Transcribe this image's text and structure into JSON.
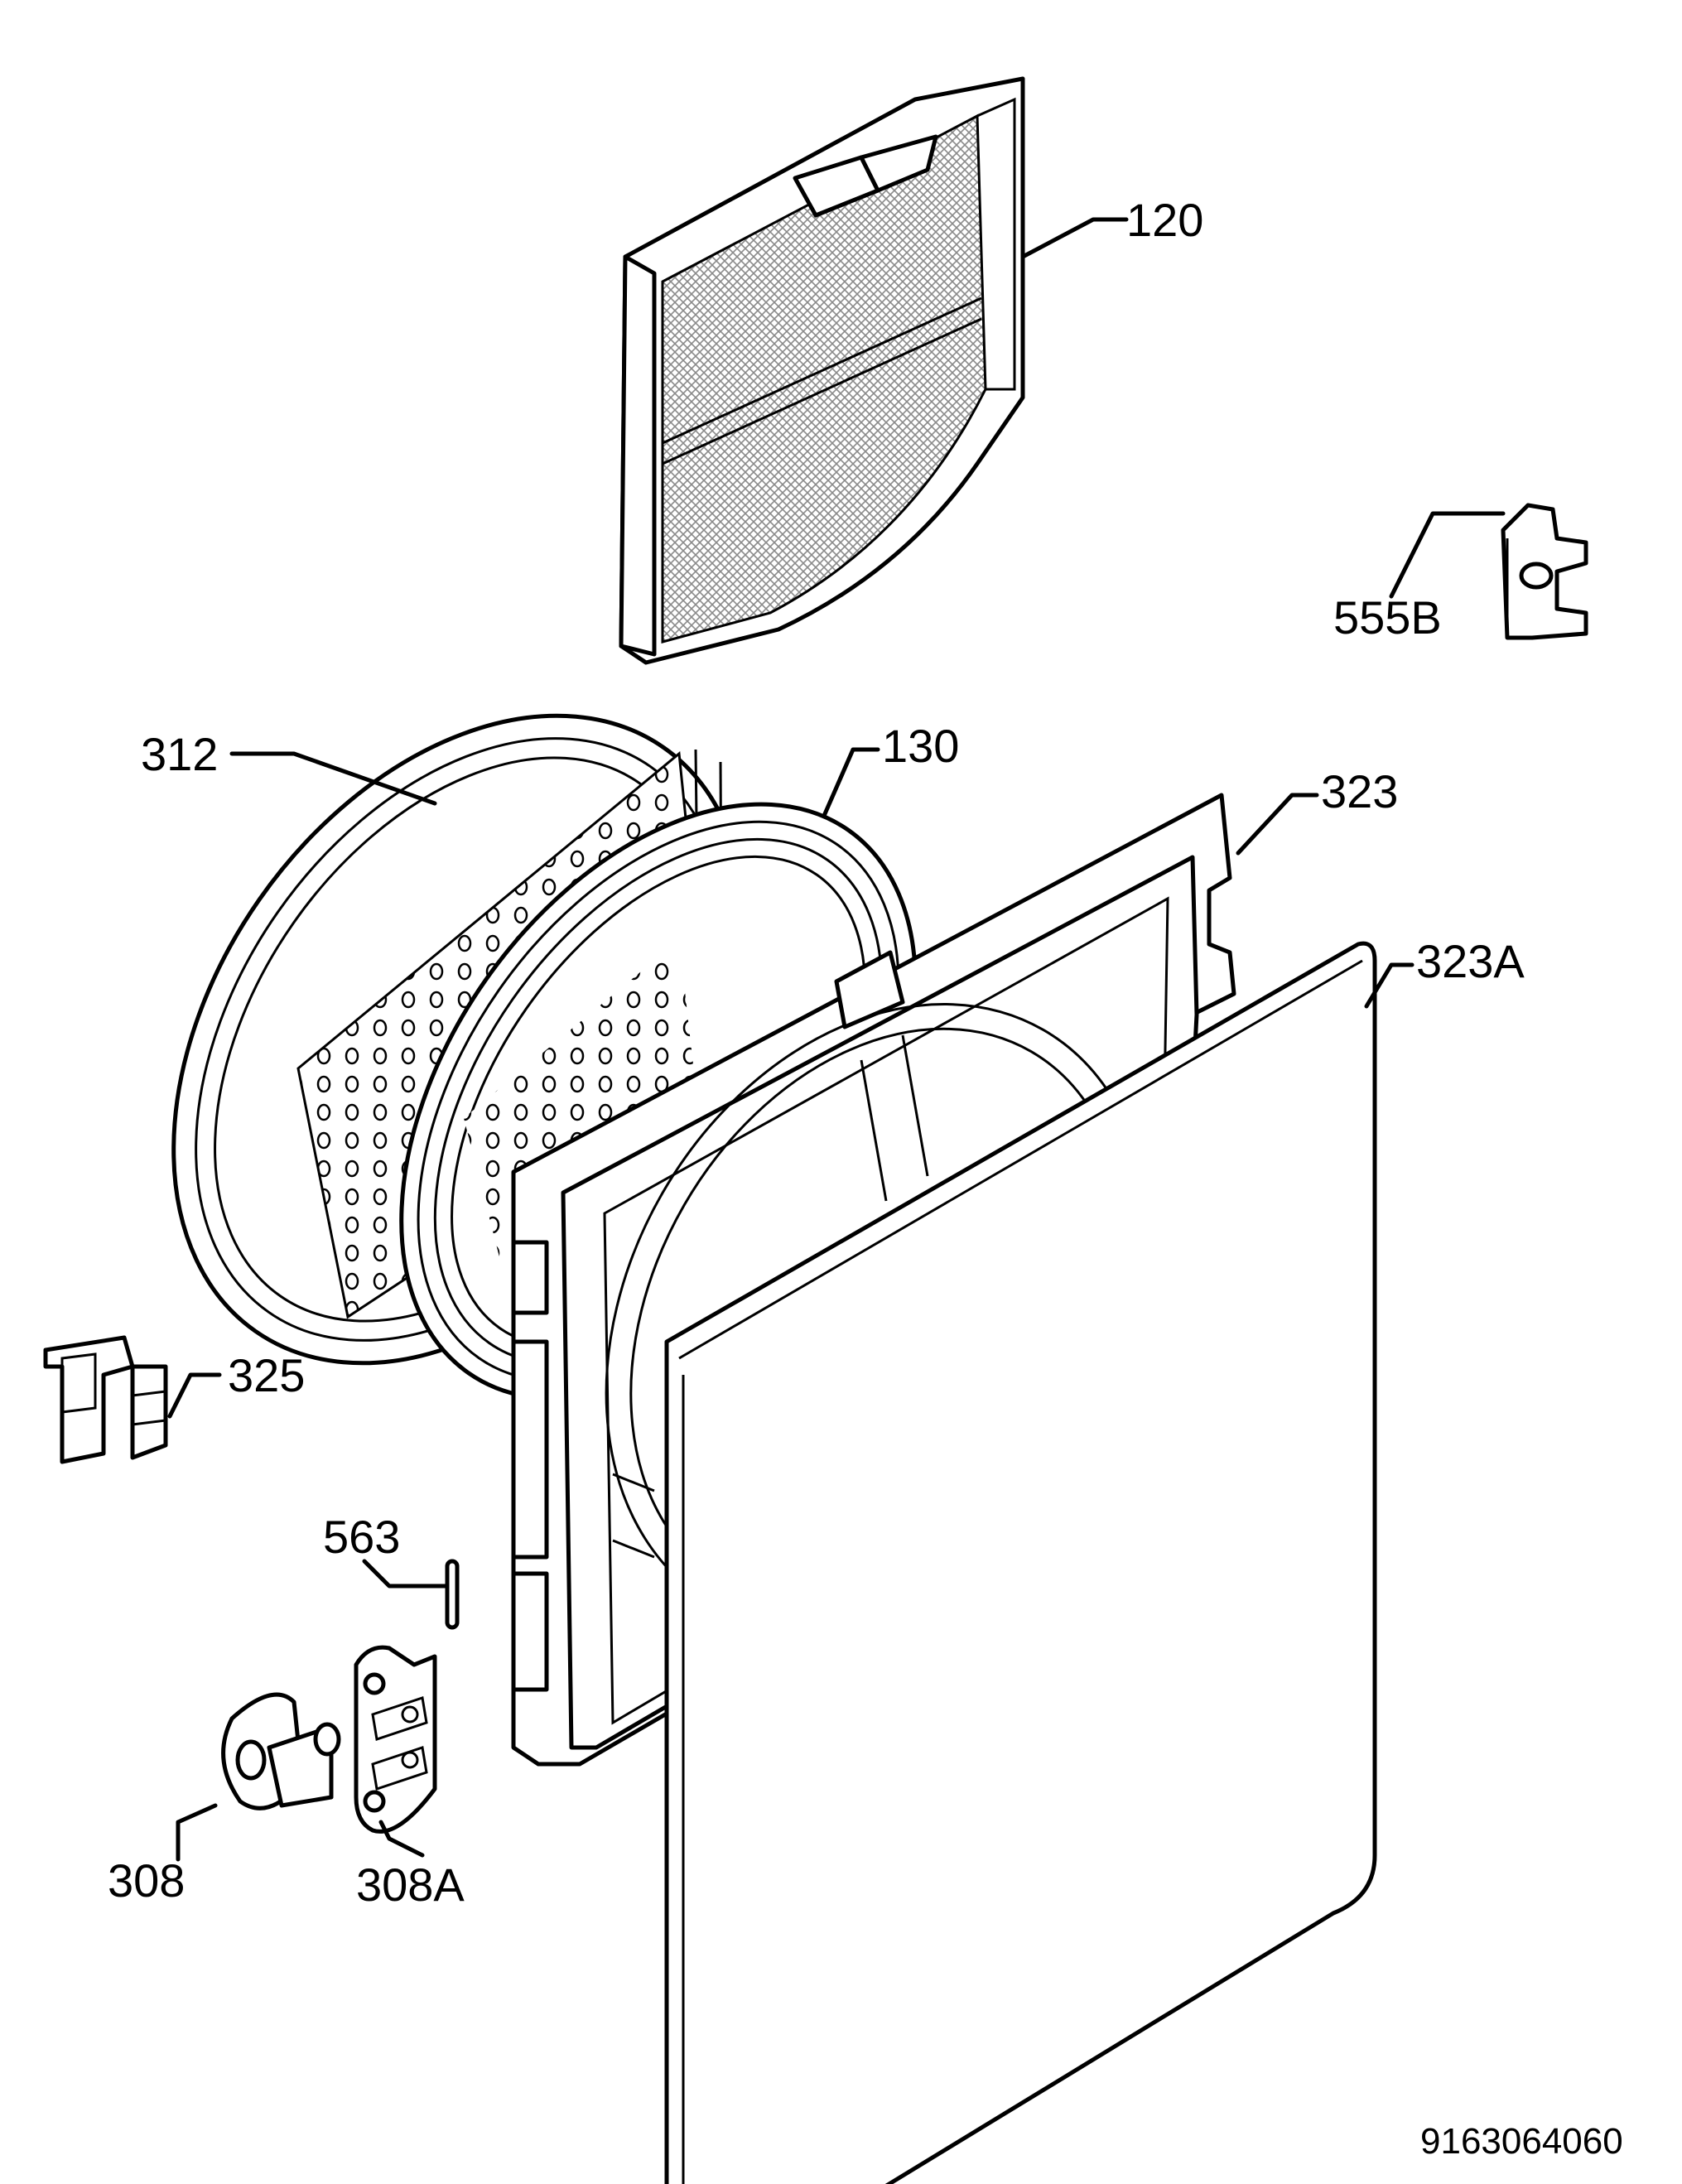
{
  "diagram": {
    "labels": {
      "p120": "120",
      "p555b": "555B",
      "p312": "312",
      "p130": "130",
      "p323": "323",
      "p323a": "323A",
      "p325": "325",
      "p563": "563",
      "p308": "308",
      "p308a": "308A"
    },
    "document_number": "9163064060"
  }
}
